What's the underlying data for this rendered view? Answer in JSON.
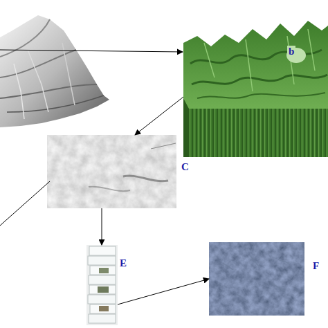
{
  "diagram": {
    "nodes": [
      {
        "text": [
          "b"
        ]
      },
      {
        "text": [
          "C"
        ]
      },
      {
        "text": [
          "E"
        ]
      },
      {
        "text": [
          "F"
        ]
      }
    ],
    "edges": [
      {
        "from": 0,
        "to": 1,
        "arrow": "to"
      },
      {
        "from": 1,
        "to": 2,
        "arrow": "to"
      },
      {
        "from": 2,
        "to": 3,
        "arrow": "to"
      }
    ]
  }
}
